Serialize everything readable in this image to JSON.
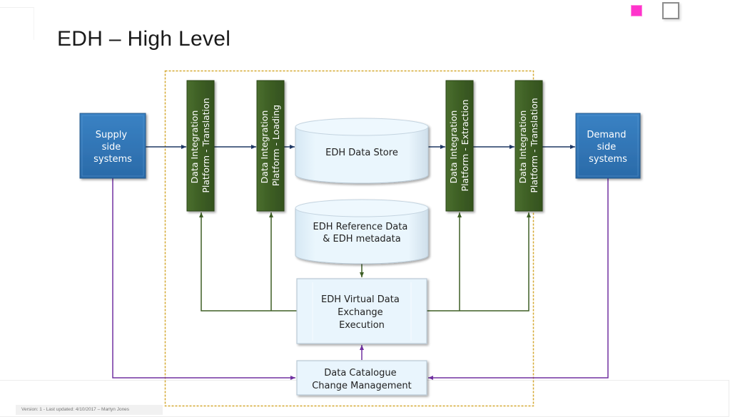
{
  "slide": {
    "title": "EDH – High Level",
    "footer": "Version: 1 - Last updated: 4/10/2017 – Martyn Jones"
  },
  "toolbar": {
    "pink_marker_color": "#ff33cc",
    "white_box": "empty-square"
  },
  "colors": {
    "system_box": "#2e75b6",
    "platform_bar": "#3e5f25",
    "datastore_fill": "#e9f5fd",
    "flow_arrow": "#1f3864",
    "feedback_line": "#3e5f25",
    "governance_line": "#7030a0",
    "boundary": "#d4a830"
  },
  "diagram": {
    "supply": {
      "lines": [
        "Supply",
        "side",
        "systems"
      ]
    },
    "demand": {
      "lines": [
        "Demand",
        "side",
        "systems"
      ]
    },
    "platforms": [
      {
        "lines": [
          "Data Integration",
          "Platform - Translation"
        ]
      },
      {
        "lines": [
          "Data Integration",
          "Platform - Loading"
        ]
      },
      {
        "lines": [
          "Data Integration",
          "Platform - Extraction"
        ]
      },
      {
        "lines": [
          "Data Integration",
          "Platform - Translation"
        ]
      }
    ],
    "data_store": {
      "lines": [
        "EDH Data Store"
      ]
    },
    "reference_data": {
      "lines": [
        "EDH Reference Data",
        "& EDH metadata"
      ]
    },
    "virtual_exchange": {
      "lines": [
        "EDH Virtual Data",
        "Exchange",
        "Execution"
      ]
    },
    "catalogue": {
      "lines": [
        "Data Catalogue",
        "Change Management"
      ]
    }
  }
}
